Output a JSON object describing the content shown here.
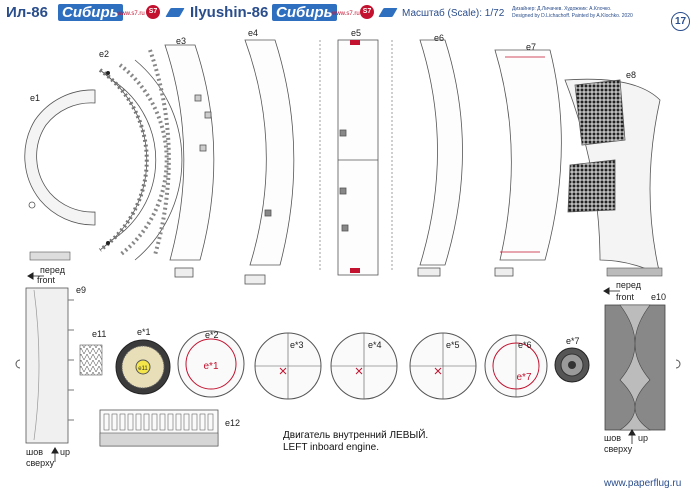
{
  "header": {
    "model_ru": "Ил-86",
    "brand_ru": "Сибирь",
    "url": "www.s7.ru",
    "logo": "S7",
    "model_en": "Ilyushin-86",
    "scale": "Масштаб (Scale): 1/72",
    "credit_ru": "Дизайнер: Д.Личачев. Художник: А.Клочко.",
    "credit_en": "Designed by D.Lichachoff. Painted by A.Klochko.",
    "year": "2020",
    "page_number": "17"
  },
  "parts": [
    "e1",
    "e2",
    "e3",
    "e4",
    "e5",
    "e6",
    "e7",
    "e8",
    "e9",
    "e10",
    "e11",
    "e12",
    "e*1",
    "e*2",
    "e*3",
    "e*4",
    "e*5",
    "e*6",
    "e*7"
  ],
  "disc_inner": [
    "e11",
    "e*1",
    "e*7"
  ],
  "directions": {
    "front_ru": "перед",
    "front_en": "front",
    "seam_ru": "шов",
    "up_en": "up",
    "up_ru": "сверху"
  },
  "caption": {
    "ru": "Двигатель внутренний ЛЕВЫЙ.",
    "en": "LEFT inboard engine."
  },
  "site": "www.paperflug.ru",
  "colors": {
    "blue": "#2a4d8c",
    "brand_blue": "#2f6fc0",
    "red": "#c2122f",
    "gray": "#9a9a9a"
  },
  "icons": [
    "s7-logo",
    "wing-logo",
    "arrow-up-icon",
    "arrow-left-icon",
    "glue-tab"
  ]
}
